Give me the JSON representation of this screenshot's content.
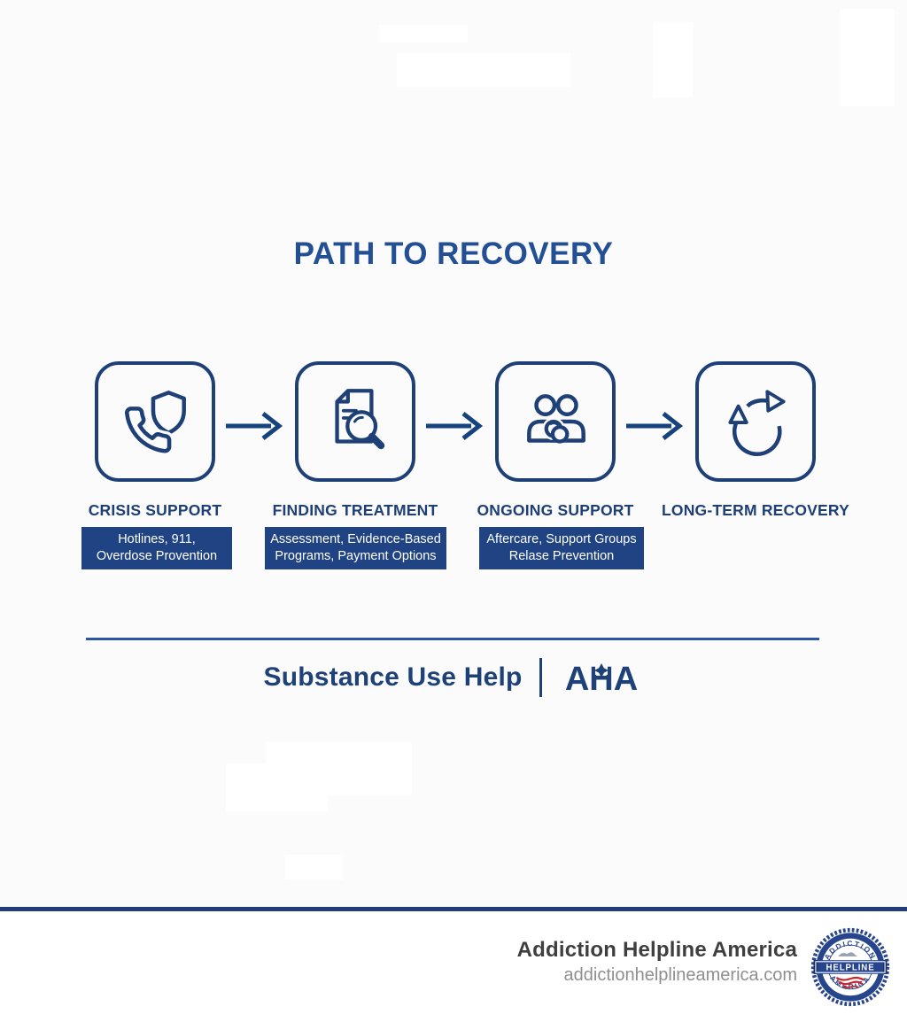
{
  "title": "PATH TO RECOVERY",
  "steps": [
    {
      "label": "CRISIS SUPPORT",
      "icon": "phone-shield-icon",
      "badge_line1": "Hotlines, 911,",
      "badge_line2": "Overdose Provention"
    },
    {
      "label": "FINDING TREATMENT",
      "icon": "document-search-icon",
      "badge_line1": "Assessment, Evidence-Based",
      "badge_line2": "Programs, Payment Options"
    },
    {
      "label": "ONGOING SUPPORT",
      "icon": "support-group-icon",
      "badge_line1": "Aftercare, Support Groups",
      "badge_line2": "Relase Prevention"
    },
    {
      "label": "LONG-TERM RECOVERY",
      "icon": "recovery-cycle-icon"
    }
  ],
  "brand": {
    "name": "Substance Use Help",
    "logo": "AHA"
  },
  "footer": {
    "company": "Addiction Helpline America",
    "website": "addictionhelplineamerica.com",
    "seal": {
      "top": "ADDICTION",
      "center": "HELPLINE",
      "bottom": "AMERICA"
    }
  },
  "colors": {
    "primary_blue": "#1e4077",
    "title_blue": "#234f94",
    "badge_bg": "#1f4383",
    "line_blue": "#2a56a4",
    "footer_bar": "#233d79",
    "footer_text": "#3f3f3f",
    "footer_muted": "#8f8f8f",
    "seal_blue": "#27458d",
    "seal_red": "#c9252c"
  }
}
